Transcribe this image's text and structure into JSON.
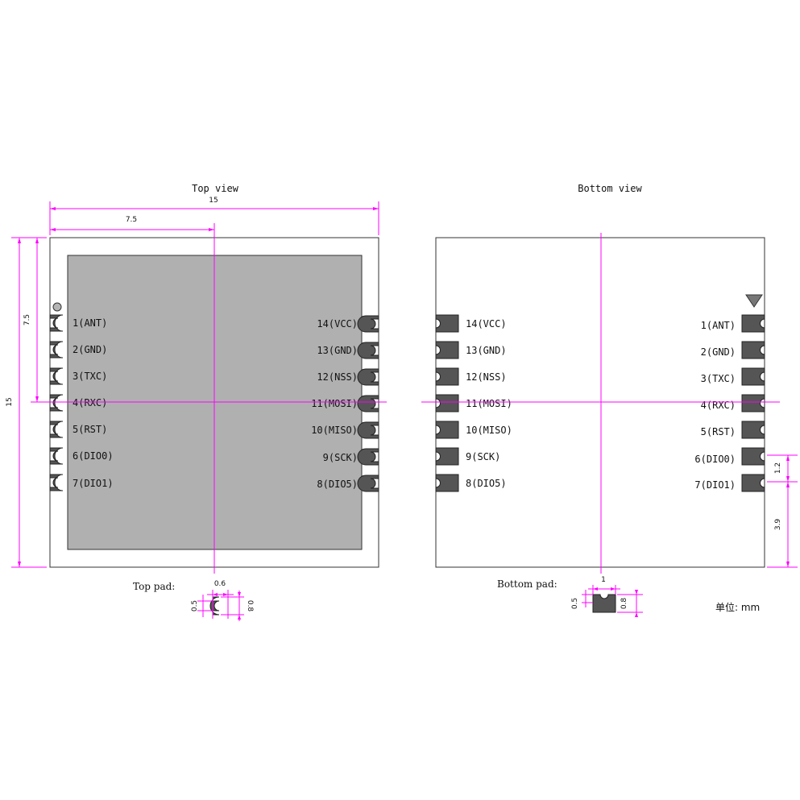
{
  "top_view": {
    "title": "Top view",
    "dims": {
      "width_total": "15",
      "width_half": "7.5",
      "height_total": "15",
      "height_half": "7.5"
    },
    "left_pins": [
      "1(ANT)",
      "2(GND)",
      "3(TXC)",
      "4(RXC)",
      "5(RST)",
      "6(DIO0)",
      "7(DIO1)"
    ],
    "right_pins": [
      "14(VCC)",
      "13(GND)",
      "12(NSS)",
      "11(MOSI)",
      "10(MISO)",
      "9(SCK)",
      "8(DIO5)"
    ]
  },
  "bottom_view": {
    "title": "Bottom view",
    "dims": {
      "pitch": "1.2",
      "bottom_offset": "3.9"
    },
    "left_pins": [
      "14(VCC)",
      "13(GND)",
      "12(NSS)",
      "11(MOSI)",
      "10(MISO)",
      "9(SCK)",
      "8(DIO5)"
    ],
    "right_pins": [
      "1(ANT)",
      "2(GND)",
      "3(TXC)",
      "4(RXC)",
      "5(RST)",
      "6(DIO0)",
      "7(DIO1)"
    ]
  },
  "top_pad": {
    "label": "Top pad:",
    "width": "0.6",
    "radius": "0.5",
    "height": "0.8"
  },
  "bottom_pad": {
    "label": "Bottom pad:",
    "width": "1",
    "notch": "0.5",
    "height": "0.8"
  },
  "unit_label": "单位: mm",
  "colors": {
    "dimension": "#ff00ff",
    "shield": "#b0b0b0",
    "pad": "#555555",
    "outline": "#333333"
  }
}
